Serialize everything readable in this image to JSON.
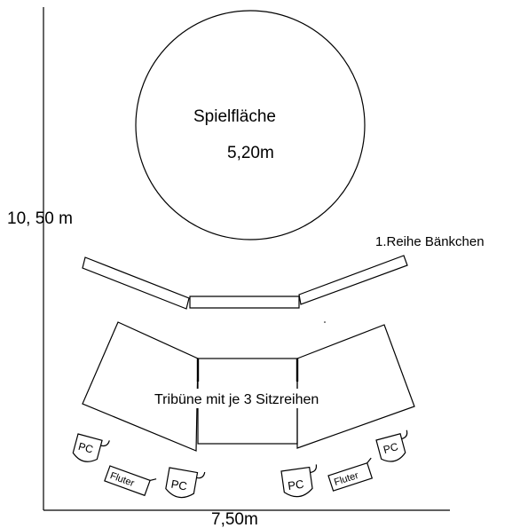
{
  "labels": {
    "stage_name": "Spielfläche",
    "stage_diameter": "5,20m",
    "height_dim": "10, 50 m",
    "width_dim": "7,50m",
    "bench_row": "1.Reihe Bänkchen",
    "grandstand": "Tribüne mit je 3 Sitzreihen"
  },
  "lights": {
    "pc_label": "PC",
    "fluter_label": "Fluter"
  },
  "colors": {
    "line": "#000000",
    "background": "#ffffff"
  }
}
